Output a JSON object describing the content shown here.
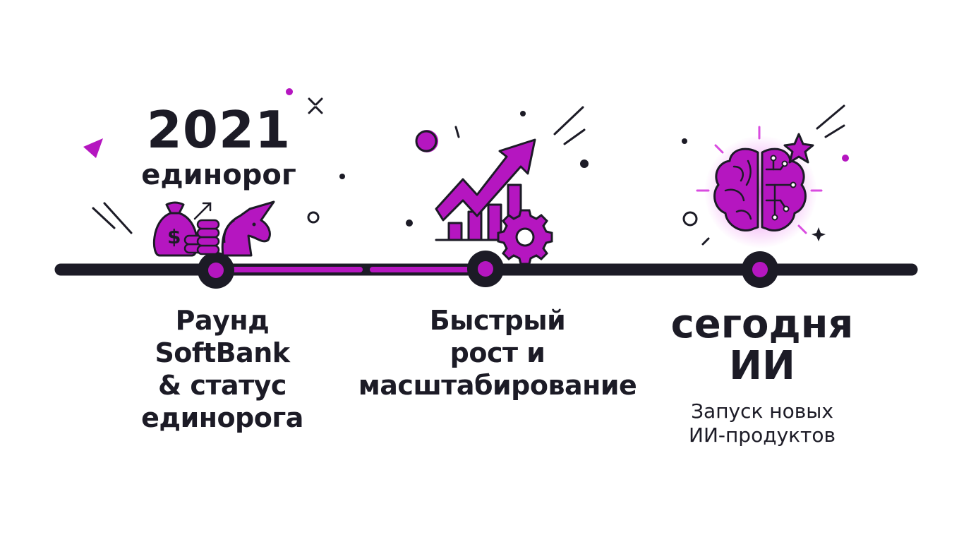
{
  "colors": {
    "accent": "#b516c0",
    "dark": "#1c1b26",
    "background": "#ffffff"
  },
  "header": {
    "year": "2021",
    "subtitle": "единорог"
  },
  "milestones": [
    {
      "lines": [
        "Раунд",
        "SoftBank",
        "& статус",
        "единорога"
      ]
    },
    {
      "lines": [
        "Быстрый",
        "рост и",
        "масштабирование"
      ]
    },
    {
      "title_lines": [
        "сегодня",
        "ИИ"
      ],
      "desc_lines": [
        "Запуск новых",
        "ИИ-продуктов"
      ]
    }
  ],
  "icons": [
    "money-bag-icon",
    "coins-icon",
    "unicorn-icon",
    "growth-chart-icon",
    "gear-icon",
    "ai-brain-icon",
    "star-icon"
  ]
}
